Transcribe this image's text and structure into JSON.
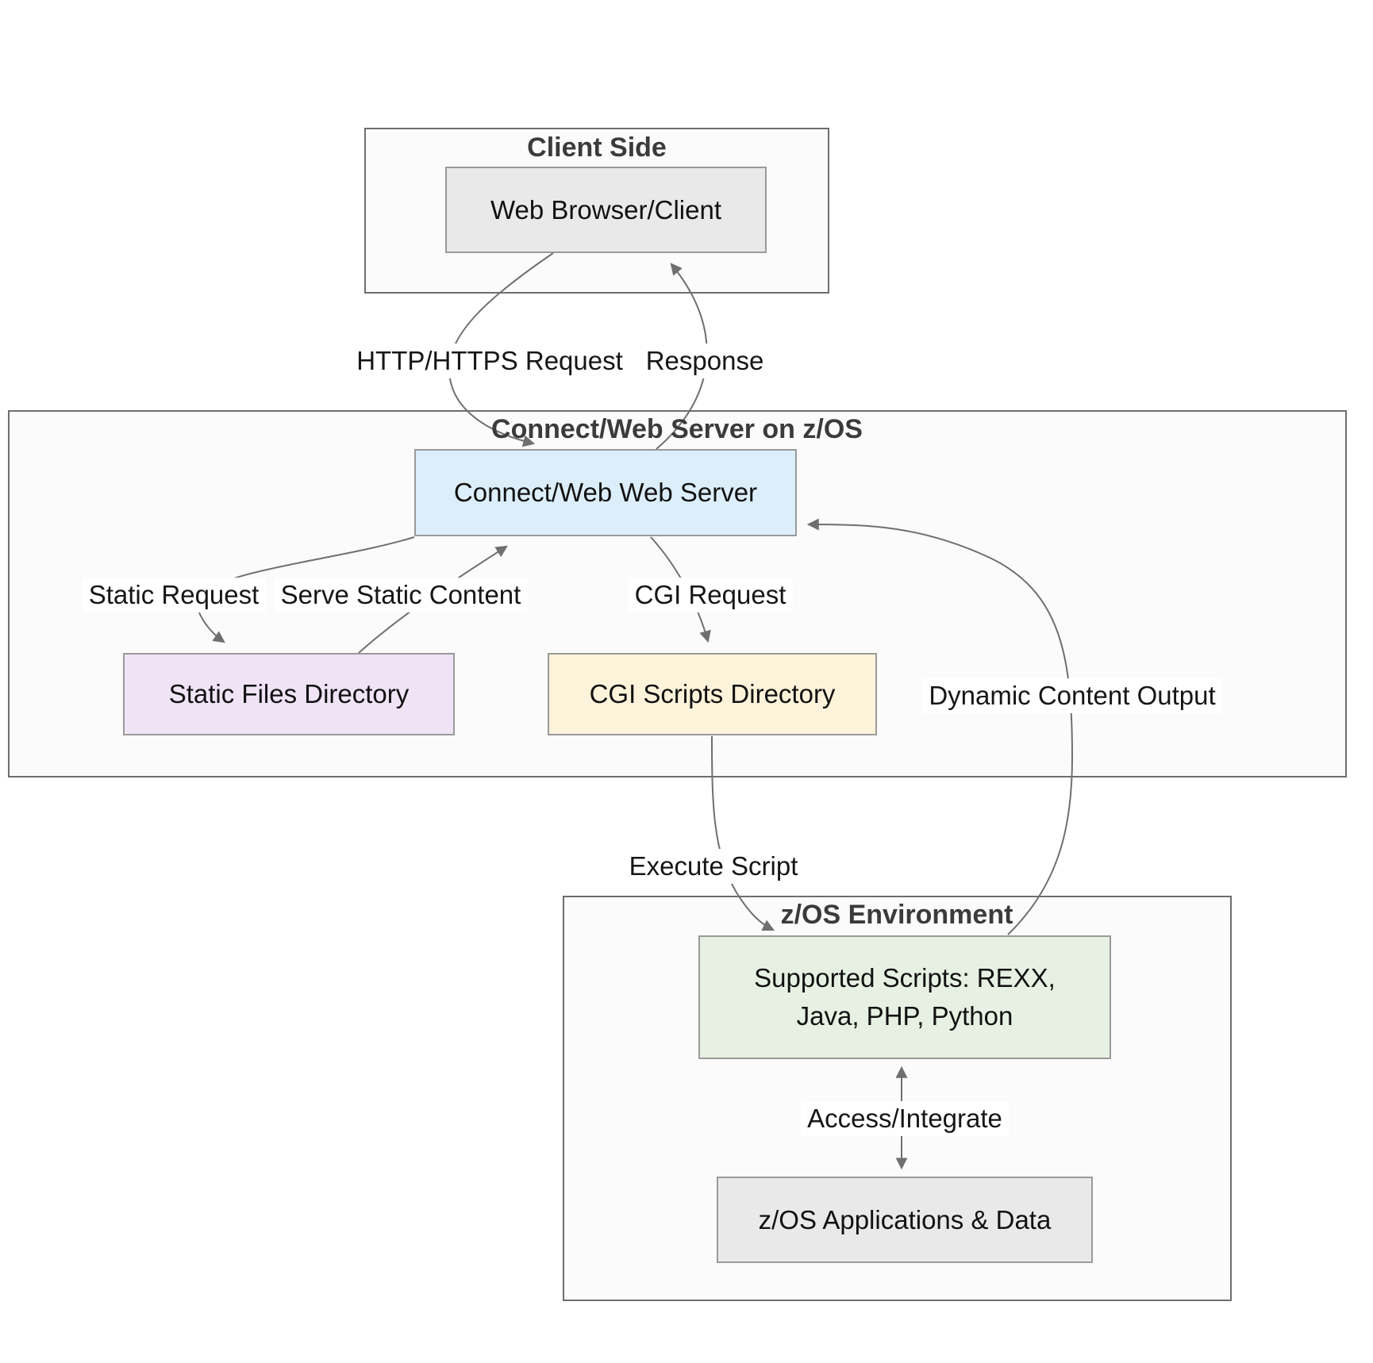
{
  "diagram": {
    "type": "flowchart",
    "clusters": {
      "client": {
        "title": "Client Side"
      },
      "server": {
        "title": "Connect/Web Server on z/OS"
      },
      "zos": {
        "title": "z/OS Environment"
      }
    },
    "nodes": {
      "browser": {
        "label": "Web Browser/Client",
        "fill": "#e9e9e9"
      },
      "webserver": {
        "label": "Connect/Web Web Server",
        "fill": "#dbeefa"
      },
      "static_files": {
        "label": "Static Files Directory",
        "fill": "#f0e3f6"
      },
      "cgi_scripts": {
        "label": "CGI Scripts Directory",
        "fill": "#fdf3da"
      },
      "supported_scripts": {
        "label_line1": "Supported Scripts: REXX,",
        "label_line2": "Java, PHP, Python",
        "fill": "#e7f1e3"
      },
      "zos_apps": {
        "label": "z/OS Applications & Data",
        "fill": "#e9e9e9"
      }
    },
    "edges": {
      "http_request": {
        "label": "HTTP/HTTPS Request",
        "from": "browser",
        "to": "webserver"
      },
      "response": {
        "label": "Response",
        "from": "webserver",
        "to": "browser"
      },
      "static_request": {
        "label": "Static Request",
        "from": "webserver",
        "to": "static_files"
      },
      "serve_static": {
        "label": "Serve Static Content",
        "from": "static_files",
        "to": "webserver"
      },
      "cgi_request": {
        "label": "CGI Request",
        "from": "webserver",
        "to": "cgi_scripts"
      },
      "dynamic_output": {
        "label": "Dynamic Content Output",
        "from": "supported_scripts",
        "to": "webserver"
      },
      "execute_script": {
        "label": "Execute Script",
        "from": "cgi_scripts",
        "to": "supported_scripts"
      },
      "access_integrate": {
        "label": "Access/Integrate",
        "from": "supported_scripts",
        "to": "zos_apps",
        "bidirectional": true
      }
    },
    "colors": {
      "cluster_fill": "#fbfbfb",
      "cluster_border": "#6e6e6e",
      "node_border": "#9a9a9a",
      "arrow": "#6f6f6f",
      "title_text": "#3b3b3b",
      "label_text": "#161616"
    }
  }
}
